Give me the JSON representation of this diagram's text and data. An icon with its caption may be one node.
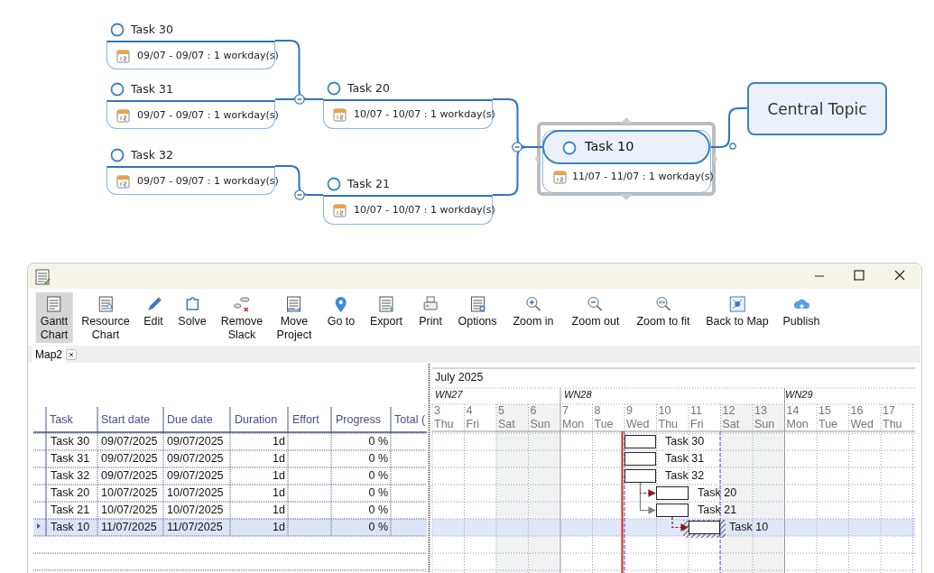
{
  "diagram": {
    "nodes": [
      {
        "text": [
          "Central Topic"
        ]
      },
      {
        "text": [
          "Task 10",
          "11/07 - 11/07 : 1 workday(s)"
        ]
      },
      {
        "text": [
          "Task 20",
          "10/07 - 10/07 : 1 workday(s)"
        ]
      },
      {
        "text": [
          "Task 21",
          "10/07 - 10/07 : 1 workday(s)"
        ]
      },
      {
        "text": [
          "Task 30",
          "09/07 - 09/07 : 1 workday(s)"
        ]
      },
      {
        "text": [
          "Task 31",
          "09/07 - 09/07 : 1 workday(s)"
        ]
      },
      {
        "text": [
          "Task 32",
          "09/07 - 09/07 : 1 workday(s)"
        ]
      },
      {
        "text": [],
        "shape": "bar",
        "beside": [
          "Task 30"
        ]
      },
      {
        "text": [],
        "shape": "bar",
        "beside": [
          "Task 31"
        ]
      },
      {
        "text": [],
        "shape": "bar",
        "beside": [
          "Task 32"
        ]
      },
      {
        "text": [],
        "shape": "bar",
        "beside": [
          "Task 20"
        ]
      },
      {
        "text": [],
        "shape": "bar",
        "beside": [
          "Task 21"
        ]
      },
      {
        "text": [],
        "shape": "bar",
        "beside": [
          "Task 10"
        ]
      }
    ],
    "edges": [
      {
        "from": 0,
        "to": 1,
        "arrow": "none"
      },
      {
        "from": 1,
        "to": 2,
        "arrow": "none"
      },
      {
        "from": 1,
        "to": 3,
        "arrow": "none"
      },
      {
        "from": 2,
        "to": 4,
        "arrow": "none"
      },
      {
        "from": 2,
        "to": 5,
        "arrow": "none"
      },
      {
        "from": 3,
        "to": 6,
        "arrow": "none"
      },
      {
        "from": 9,
        "to": 10,
        "arrow": "to",
        "style": "dashed",
        "color": "#8b1a1a"
      },
      {
        "from": 9,
        "to": 11,
        "arrow": "to",
        "color": "#808080"
      },
      {
        "from": 11,
        "to": 12,
        "arrow": "to",
        "style": "dashed",
        "color": "#8b1a1a"
      }
    ],
    "labels": [
      "Gantt Chart",
      "Resource Chart",
      "Edit",
      "Solve",
      "Remove Slack",
      "Move Project",
      "Go to",
      "Export",
      "Print",
      "Options",
      "Zoom in",
      "Zoom out",
      "Zoom to fit",
      "Back to Map",
      "Publish",
      "Map2",
      "Task",
      "Start date",
      "Due date",
      "Duration",
      "Effort",
      "Progress",
      "Total (",
      "Task 30",
      "09/07/2025",
      "09/07/2025",
      "1d",
      "0 %",
      "Task 31",
      "09/07/2025",
      "09/07/2025",
      "1d",
      "0 %",
      "Task 32",
      "09/07/2025",
      "09/07/2025",
      "1d",
      "0 %",
      "Task 20",
      "10/07/2025",
      "10/07/2025",
      "1d",
      "0 %",
      "Task 21",
      "10/07/2025",
      "10/07/2025",
      "1d",
      "0 %",
      "Task 10",
      "11/07/2025",
      "11/07/2025",
      "1d",
      "0 %",
      "July 2025",
      "WN27",
      "WN28",
      "WN29",
      "3 Thu",
      "4 Fri",
      "5 Sat",
      "6 Sun",
      "7 Mon",
      "8 Tue",
      "9 Wed",
      "10 Thu",
      "11 Fri",
      "12 Sat",
      "13 Sun",
      "14 Mon",
      "15 Tue",
      "16 Wed",
      "17 Thu"
    ]
  }
}
